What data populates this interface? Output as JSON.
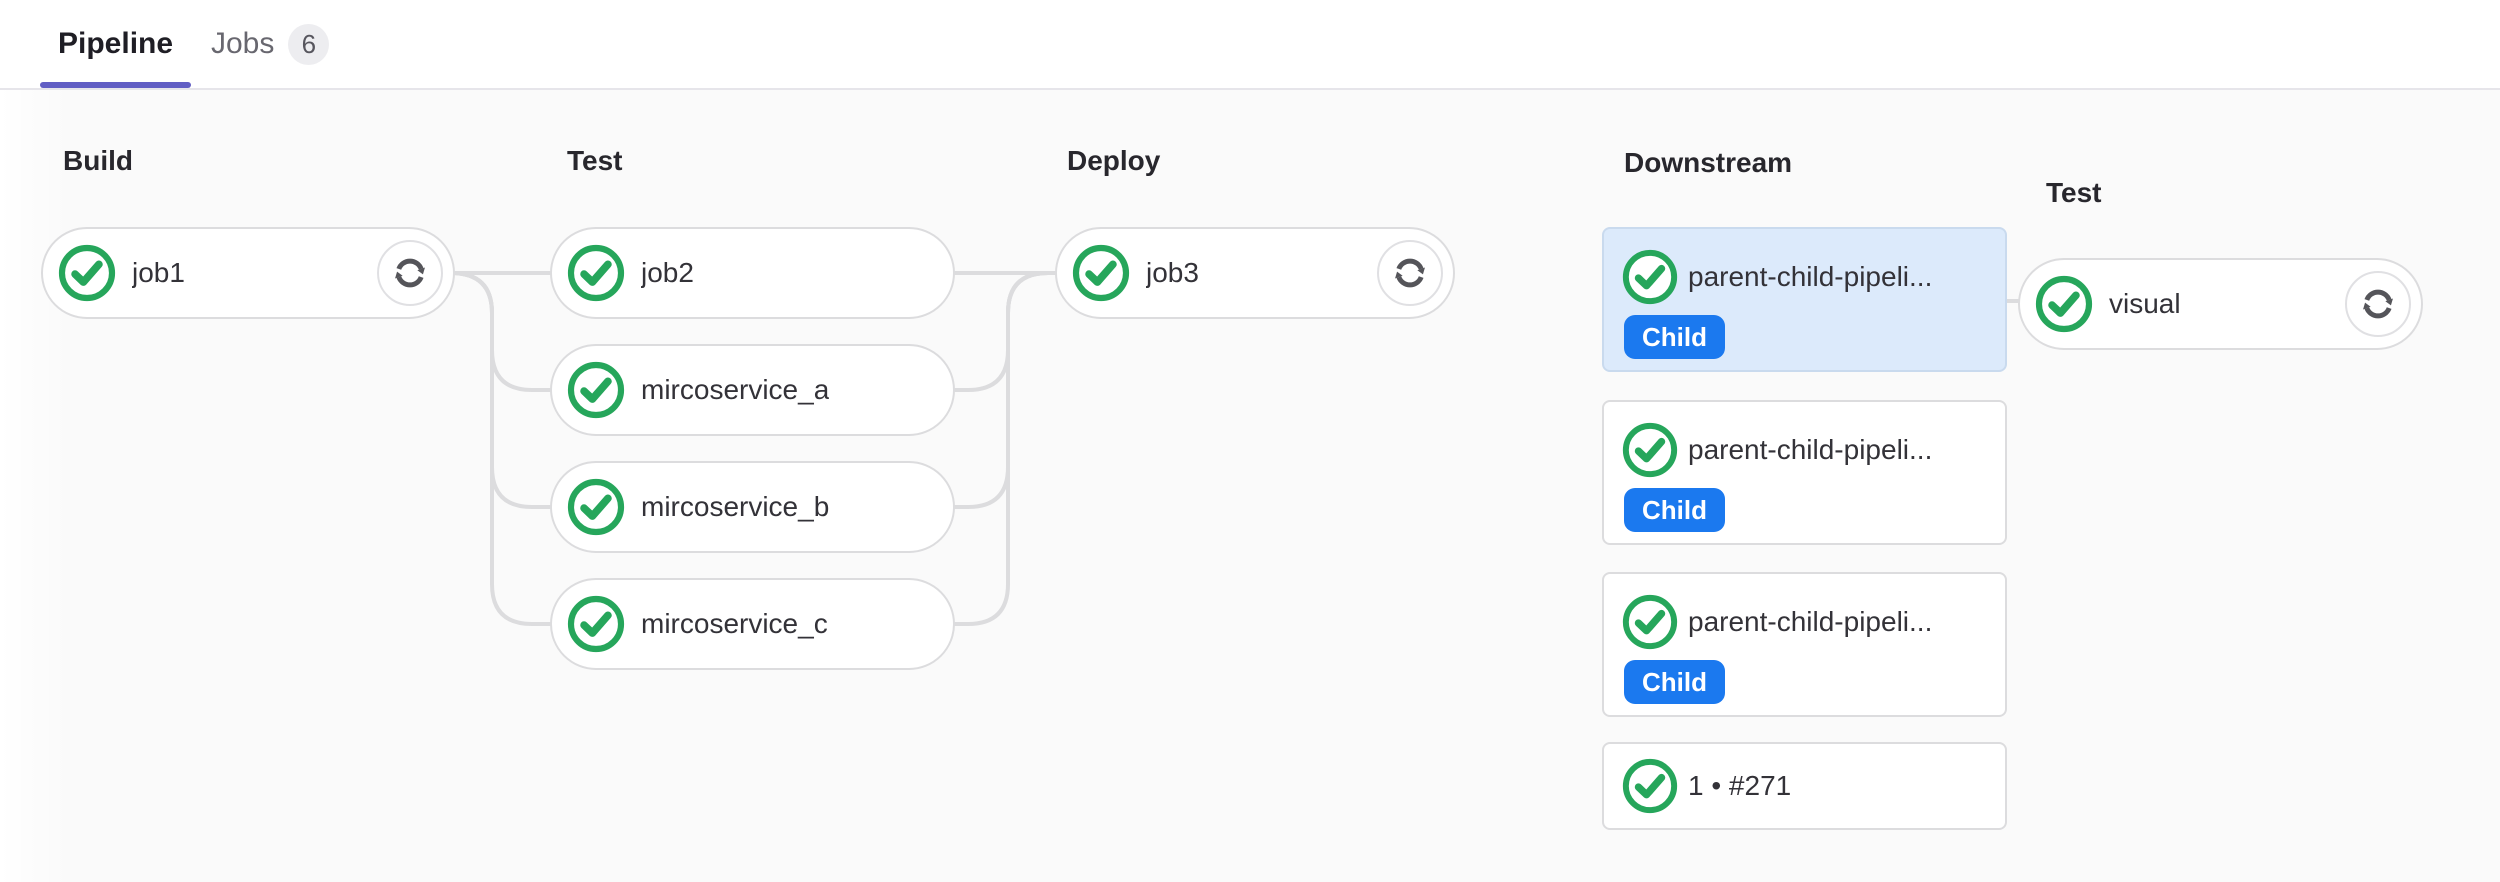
{
  "tabs": {
    "pipeline_label": "Pipeline",
    "jobs_label": "Jobs",
    "jobs_count": "6"
  },
  "stages": {
    "build": {
      "title": "Build",
      "job": "job1"
    },
    "test": {
      "title": "Test",
      "jobs": [
        "job2",
        "mircoservice_a",
        "mircoservice_b",
        "mircoservice_c"
      ]
    },
    "deploy": {
      "title": "Deploy",
      "job": "job3"
    },
    "downstream": {
      "title": "Downstream",
      "cards": [
        {
          "label": "parent-child-pipeli...",
          "badge": "Child",
          "selected": true
        },
        {
          "label": "parent-child-pipeli...",
          "badge": "Child",
          "selected": false
        },
        {
          "label": "parent-child-pipeli...",
          "badge": "Child",
          "selected": false
        },
        {
          "label": "1 • #271"
        }
      ]
    },
    "child_test": {
      "title": "Test",
      "job": "visual"
    }
  },
  "icons": {
    "status": "status-success-check-circle-icon",
    "retry": "retry-circular-arrows-icon"
  },
  "colors": {
    "tab_accent": "#615ec4",
    "success_green": "#26a65b",
    "connector_gray": "#dcdcde",
    "badge_blue": "#1b79ef",
    "selected_card_bg": "#dceafb",
    "retry_icon_gray": "#55555a",
    "canvas_bg": "#fafafa"
  }
}
